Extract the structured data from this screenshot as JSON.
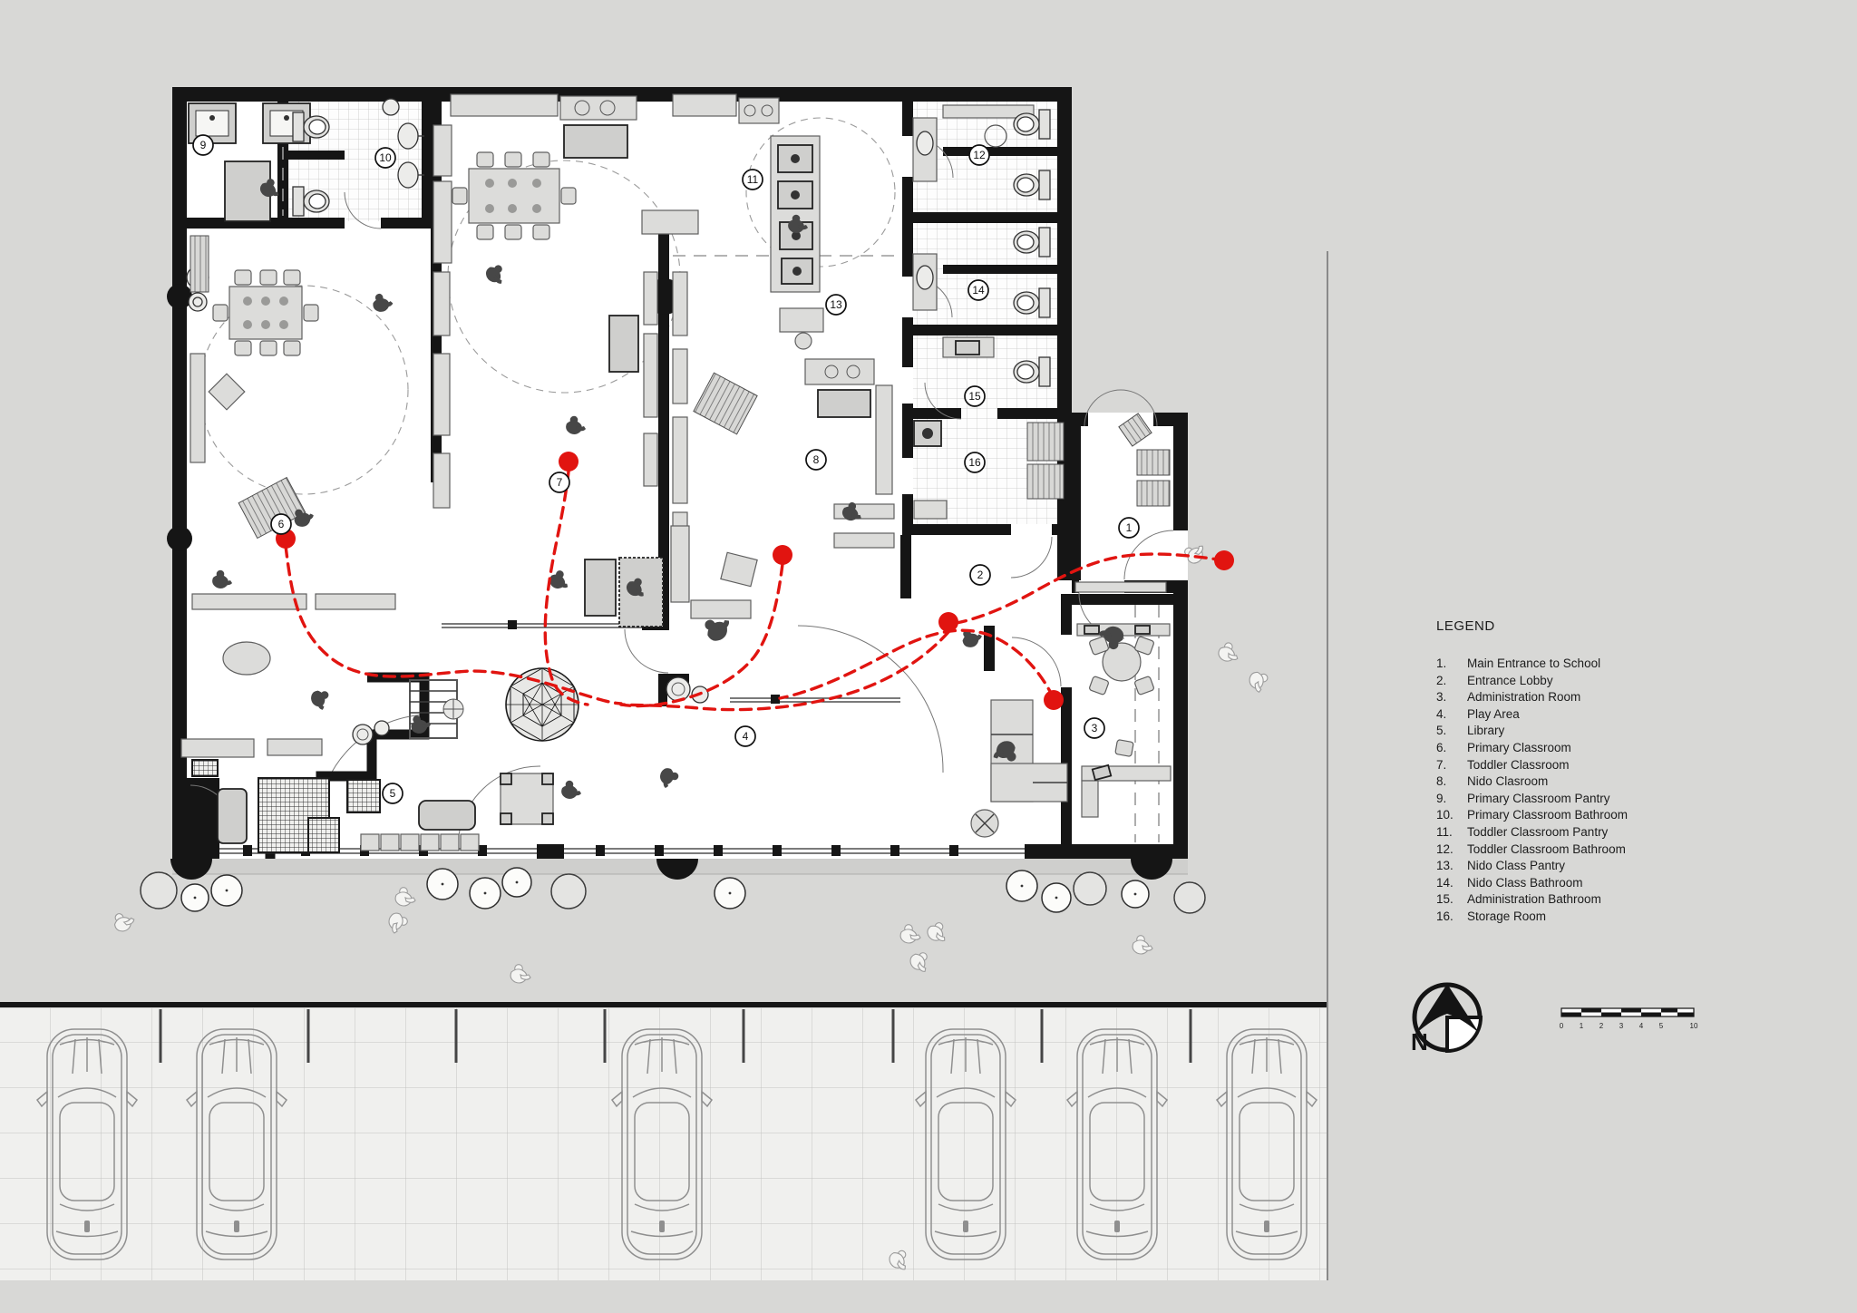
{
  "legend": {
    "title": "LEGEND",
    "items": [
      {
        "num": "1.",
        "label": "Main Entrance to School"
      },
      {
        "num": "2.",
        "label": "Entrance Lobby"
      },
      {
        "num": "3.",
        "label": "Administration Room"
      },
      {
        "num": "4.",
        "label": "Play Area"
      },
      {
        "num": "5.",
        "label": "Library"
      },
      {
        "num": "6.",
        "label": "Primary Classroom"
      },
      {
        "num": "7.",
        "label": "Toddler Classroom"
      },
      {
        "num": "8.",
        "label": "Nido Clasroom"
      },
      {
        "num": "9.",
        "label": "Primary Classroom Pantry"
      },
      {
        "num": "10.",
        "label": "Primary Classroom Bathroom"
      },
      {
        "num": "11.",
        "label": "Toddler Classroom Pantry"
      },
      {
        "num": "12.",
        "label": "Toddler Classroom Bathroom"
      },
      {
        "num": "13.",
        "label": "Nido Class Pantry"
      },
      {
        "num": "14.",
        "label": "Nido Class Bathroom"
      },
      {
        "num": "15.",
        "label": "Administration Bathroom"
      },
      {
        "num": "16.",
        "label": "Storage Room"
      }
    ]
  },
  "plan": {
    "badges": [
      "1",
      "2",
      "3",
      "4",
      "5",
      "6",
      "7",
      "8",
      "9",
      "10",
      "11",
      "12",
      "13",
      "14",
      "15",
      "16"
    ]
  },
  "compass": {
    "north_label": "N"
  },
  "scalebar": {
    "labels": [
      "0",
      "1",
      "2",
      "3",
      "4",
      "5",
      "10"
    ]
  },
  "colors": {
    "accent_red": "#e11410",
    "wall_black": "#151515",
    "site_gray": "#d8d8d6",
    "parking_gray": "#f0f0ee"
  }
}
